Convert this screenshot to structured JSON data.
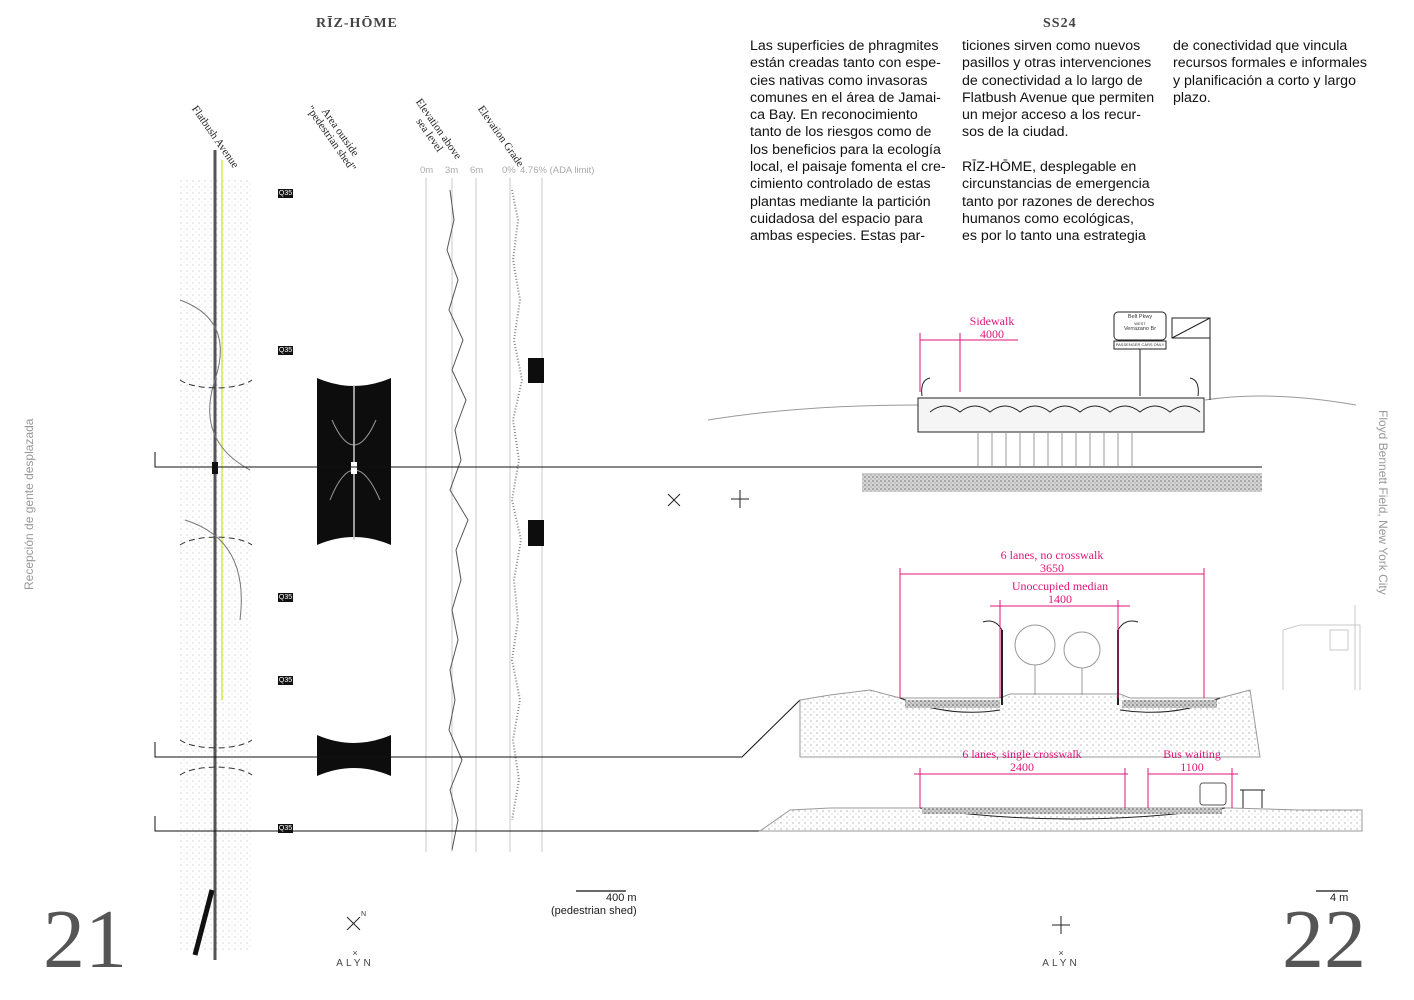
{
  "header": {
    "left_title": "RĪZ-HŌME",
    "right_title": "SS24"
  },
  "text_columns": [
    "Las superficies de phragmites\nestán creadas tanto con espe-\ncies nativas como invasoras\ncomunes en el área de Jamai-\nca Bay. En reconocimiento\ntanto de los riesgos como de\nlos beneficios para la ecología\nlocal, el paisaje fomenta el cre-\ncimiento controlado de estas\nplantas mediante la partición\ncuidadosa del espacio para\nambas especies. Estas par-",
    "ticiones sirven como nuevos\npasillos y otras intervenciones\nde conectividad a lo largo de\nFlatbush Avenue que permiten\nun mejor acceso a los recur-\nsos de la ciudad.\n\nRĪZ-HŌME, desplegable en\ncircunstancias de emergencia\ntanto por razones de derechos\nhumanos como ecológicas,\nes por lo tanto una estrategia",
    "de conectividad que vincula\nrecursos formales e informales\ny planificación a corto y largo\nplazo."
  ],
  "side_labels": {
    "left": "Recepción de gente desplazada",
    "right": "Floyd Bennett Field, New York City"
  },
  "column_headers": {
    "street": "Flatbush Avenue",
    "area": "Area outside\n\"pedestrian shed\"",
    "elevation": "Elevation above\nsea level",
    "grade": "Elevation Grade"
  },
  "axis_ticks": {
    "elevation": [
      "0m",
      "3m",
      "6m"
    ],
    "grade": [
      "0%",
      "4.76% (ADA limit)"
    ]
  },
  "route_badge": "Q35",
  "dimensions": [
    {
      "label": "Sidewalk",
      "value": "4000"
    },
    {
      "label": "6 lanes, no crosswalk",
      "value": "3650"
    },
    {
      "label": "Unoccupied median",
      "value": "1400"
    },
    {
      "label": "6 lanes, single crosswalk",
      "value": "2400"
    },
    {
      "label": "Bus waiting",
      "value": "1100"
    }
  ],
  "sign_text": {
    "line1": "Belt Pkwy",
    "line2": "WEST",
    "line3": "Verrazano Br",
    "line4": "PASSENGER CARS ONLY"
  },
  "scale_bars": {
    "left_value": "400 m",
    "left_note": "(pedestrian shed)",
    "right_value": "4 m"
  },
  "page_numbers": {
    "left": "21",
    "right": "22"
  },
  "brand": {
    "mark": "×",
    "name": "ALYN"
  },
  "north_label": "N",
  "colors": {
    "accent": "#e0157a",
    "ink": "#111111",
    "route": "#d8e84a"
  }
}
